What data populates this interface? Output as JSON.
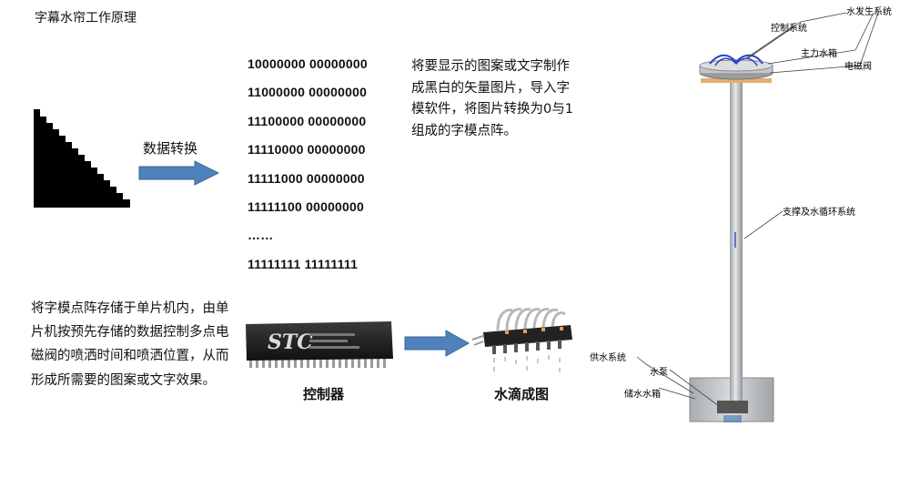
{
  "title": "字幕水帘工作原理",
  "data_conversion_label": "数据转换",
  "binary_lines": [
    "10000000 00000000",
    "11000000 00000000",
    "11100000 00000000",
    "11110000 00000000",
    "11111000 00000000",
    "11111100 00000000",
    "……",
    "11111111 11111111"
  ],
  "description_top": "将要显示的图案或文字制作成黑白的矢量图片，导入字模软件，将图片转换为0与1组成的字模点阵。",
  "description_bottom": "将字模点阵存储于单片机内，由单片机按预先存储的数据控制多点电磁阀的喷洒时间和喷洒位置，从而形成所需要的图案或文字效果。",
  "chip_text": "STC",
  "chip_label": "控制器",
  "drops_label": "水滴成图",
  "tower_labels": {
    "control": "控制系统",
    "water_gen": "水发生系统",
    "pressure_tank": "主力水箱",
    "valve": "电磁阀",
    "support": "支撑及水循环系统",
    "supply": "供水系统",
    "pump": "水泵",
    "storage": "储水水箱"
  },
  "colors": {
    "arrow": "#4f81bd",
    "black": "#000000",
    "pole": "#b9bcc0",
    "base": "#c9cccf"
  },
  "icons": [
    "right-arrow-icon",
    "stc-chip-icon",
    "solenoid-valve-icon"
  ]
}
